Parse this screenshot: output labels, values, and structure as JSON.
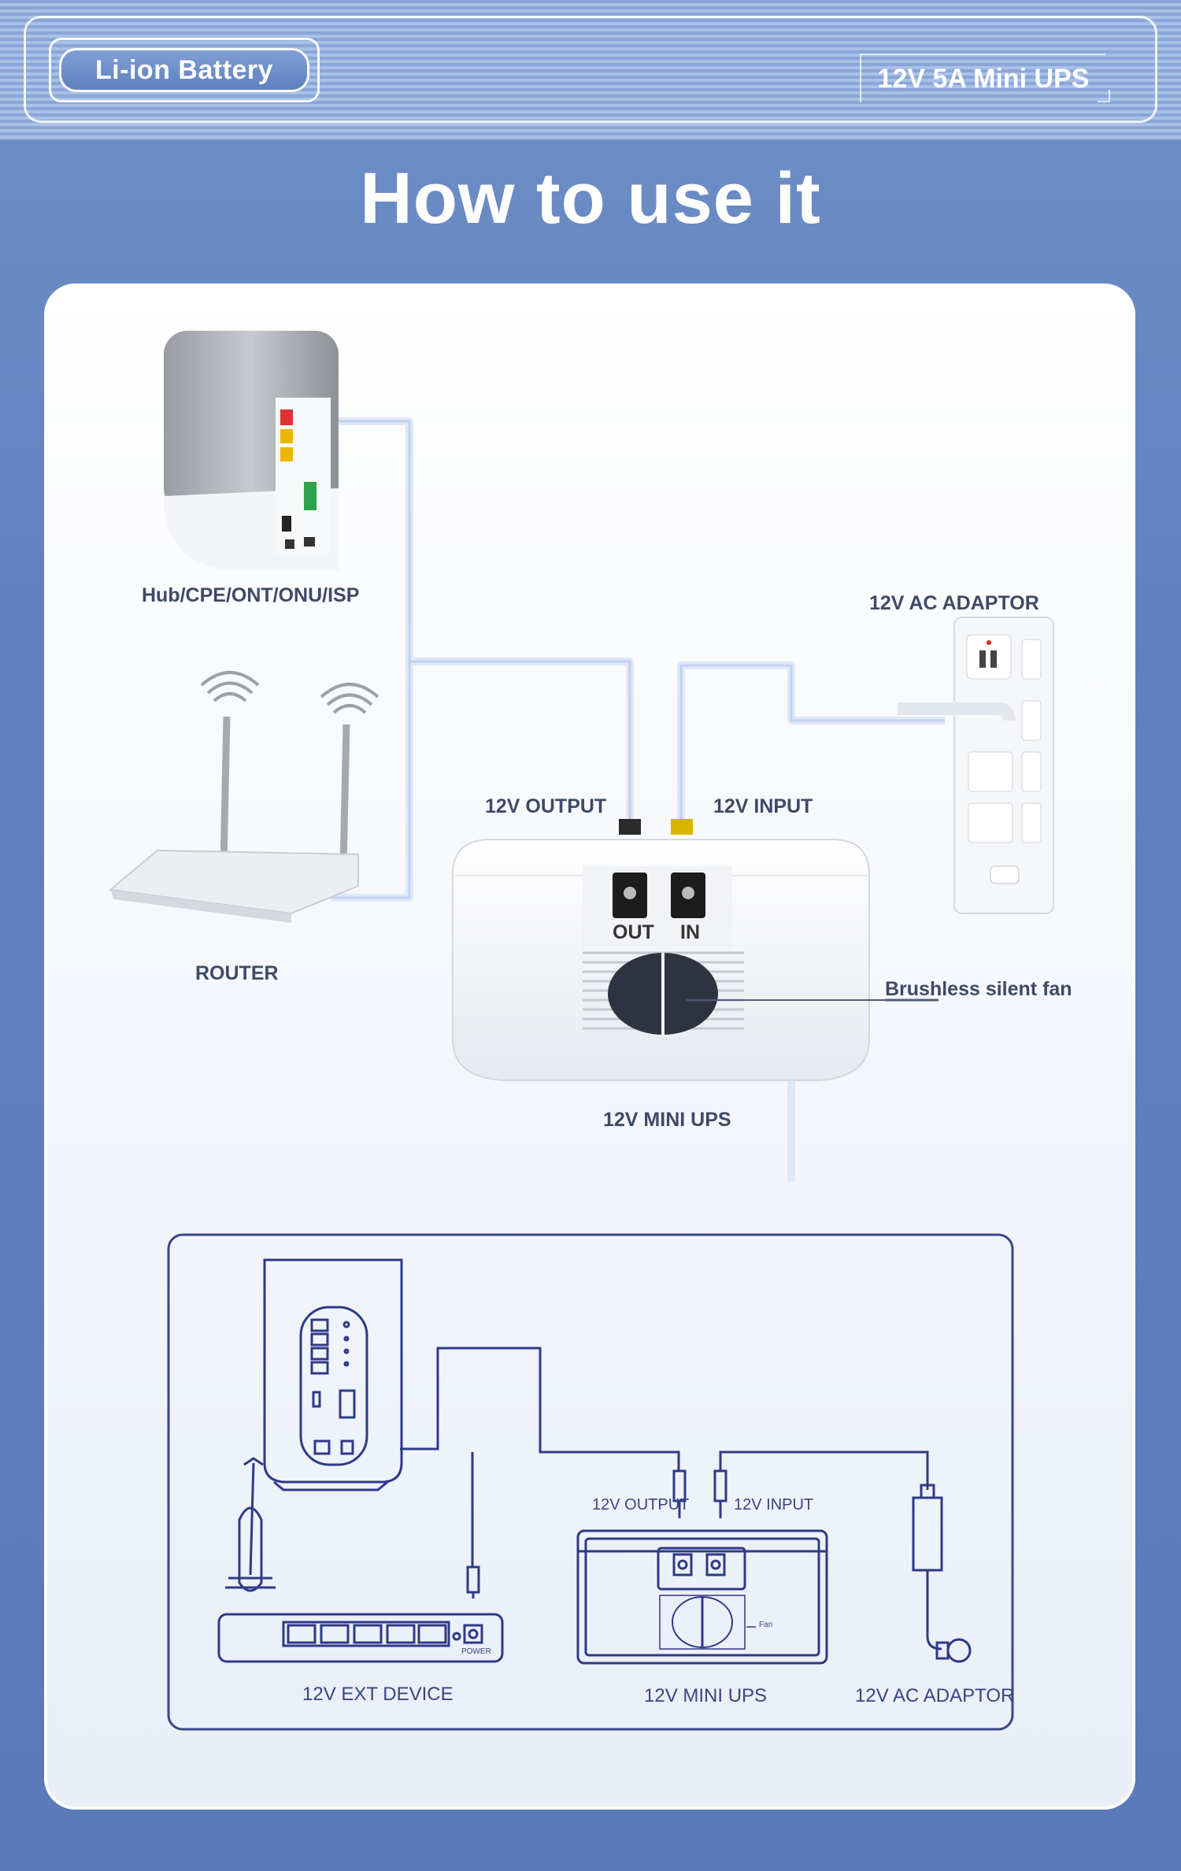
{
  "header": {
    "badge": "Li-ion Battery",
    "model": "12V 5A Mini UPS",
    "title": "How to use it"
  },
  "photo": {
    "hub_label": "Hub/CPE/ONT/ONU/ISP",
    "router_label": "ROUTER",
    "adaptor_label": "12V AC ADAPTOR",
    "output_label": "12V OUTPUT",
    "input_label": "12V INPUT",
    "out_port": "OUT",
    "in_port": "IN",
    "fan_label": "Brushless silent fan",
    "ups_label": "12V MINI UPS"
  },
  "schematic": {
    "output_label": "12V OUTPUT",
    "input_label": "12V INPUT",
    "fan_tag": "Fan",
    "power_tag": "POWER",
    "ext_device_label": "12V EXT DEVICE",
    "ups_label": "12V MINI UPS",
    "adaptor_label": "12V AC ADAPTOR"
  },
  "colors": {
    "background": "#5f7fbd",
    "line_art": "#2e3a86",
    "label": "#3e4a66"
  }
}
